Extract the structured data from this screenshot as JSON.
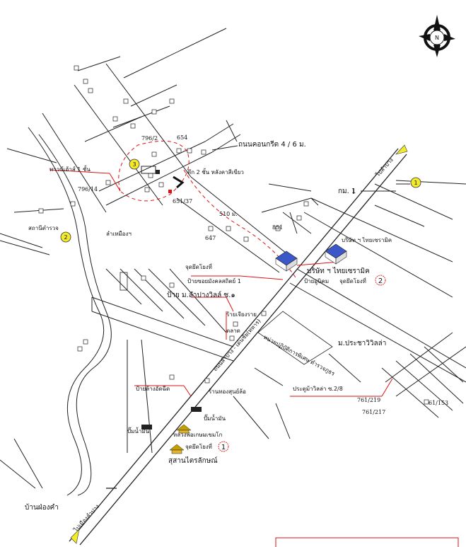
{
  "compass": {
    "label": "N"
  },
  "roads": {
    "concrete_road": "ถนนคอนกรีต 4 / 6 ม.",
    "km_marker": "กม. 1",
    "lampang_left": "ไปลำปาง",
    "lampang_bottom": "ไปเมืองลำปาง",
    "main_road_name": "ถนนลำปาง - เด่นชัย(ทหาร)",
    "distance": "510 ม."
  },
  "labels": {
    "shop_house": "ทาวน์เฮ้าส์ 1 ชั้น",
    "house_79614": "796/14",
    "house_7962": "796/2",
    "house_654": "654",
    "building_two_storey": "ตึก 2 ชั้น หลังคาสีเขียว",
    "house_65137": "651/37",
    "house_647": "647",
    "house_851": "851",
    "canal": "ลำเหมืองฯ",
    "police_station": "สถานีตำรวจ",
    "pickup_point": "จุดยึดโยงที่",
    "mangkalasathit_sign": "ป้ายซอยมังคลสถิตย์ 1",
    "moo_sign": "ป้าย ม.ลำปางวิลล์ ซ.๑",
    "market": "ตลาด",
    "market_shop": "ร้ายเจียงราย",
    "company": "บริษัท ฯ ไทยเซรามิค",
    "company_label": "บริษัท ฯ ไทยเซรามิค",
    "pickup_2": "จุดยึดโยงที่",
    "bus_stop": "ป้ายอู่นิคม",
    "moo_village": "ม.ประชาวิวิลล่า",
    "government": "หน่วยปฏิบัติการพิเศษ ตำรวจภูธร",
    "car_wash": "ป้ายล้างอัดฉีด",
    "furniture": "ร้านทองสุนย์ล้อ",
    "gas_station": "ปั๊มน้ำมัน",
    "gas_station_2": "ปั๊มน้ำมัน",
    "temple": "หลวงพ่อเกษมเขมโก",
    "pickup_1": "จุดยึดโยงที่",
    "shrine": "สุสานไตรลักษณ์",
    "pracha_villa": "ประตูม้าวิลล่า ซ.2/8",
    "house_761219": "761/219",
    "house_761217": "761/217",
    "house_61153": "61/153",
    "ban_mueang": "บ้านฝ่องคำ"
  },
  "markers": [
    {
      "num": "1",
      "color": "#f2ea2a"
    },
    {
      "num": "2",
      "color": "#f2ea2a"
    },
    {
      "num": "3",
      "color": "#f2ea2a"
    }
  ],
  "pickup_numbers": {
    "one": "1",
    "two": "2"
  },
  "colors": {
    "route": "#dd1111",
    "roads": "#222222",
    "marker": "#f2ea2a"
  }
}
